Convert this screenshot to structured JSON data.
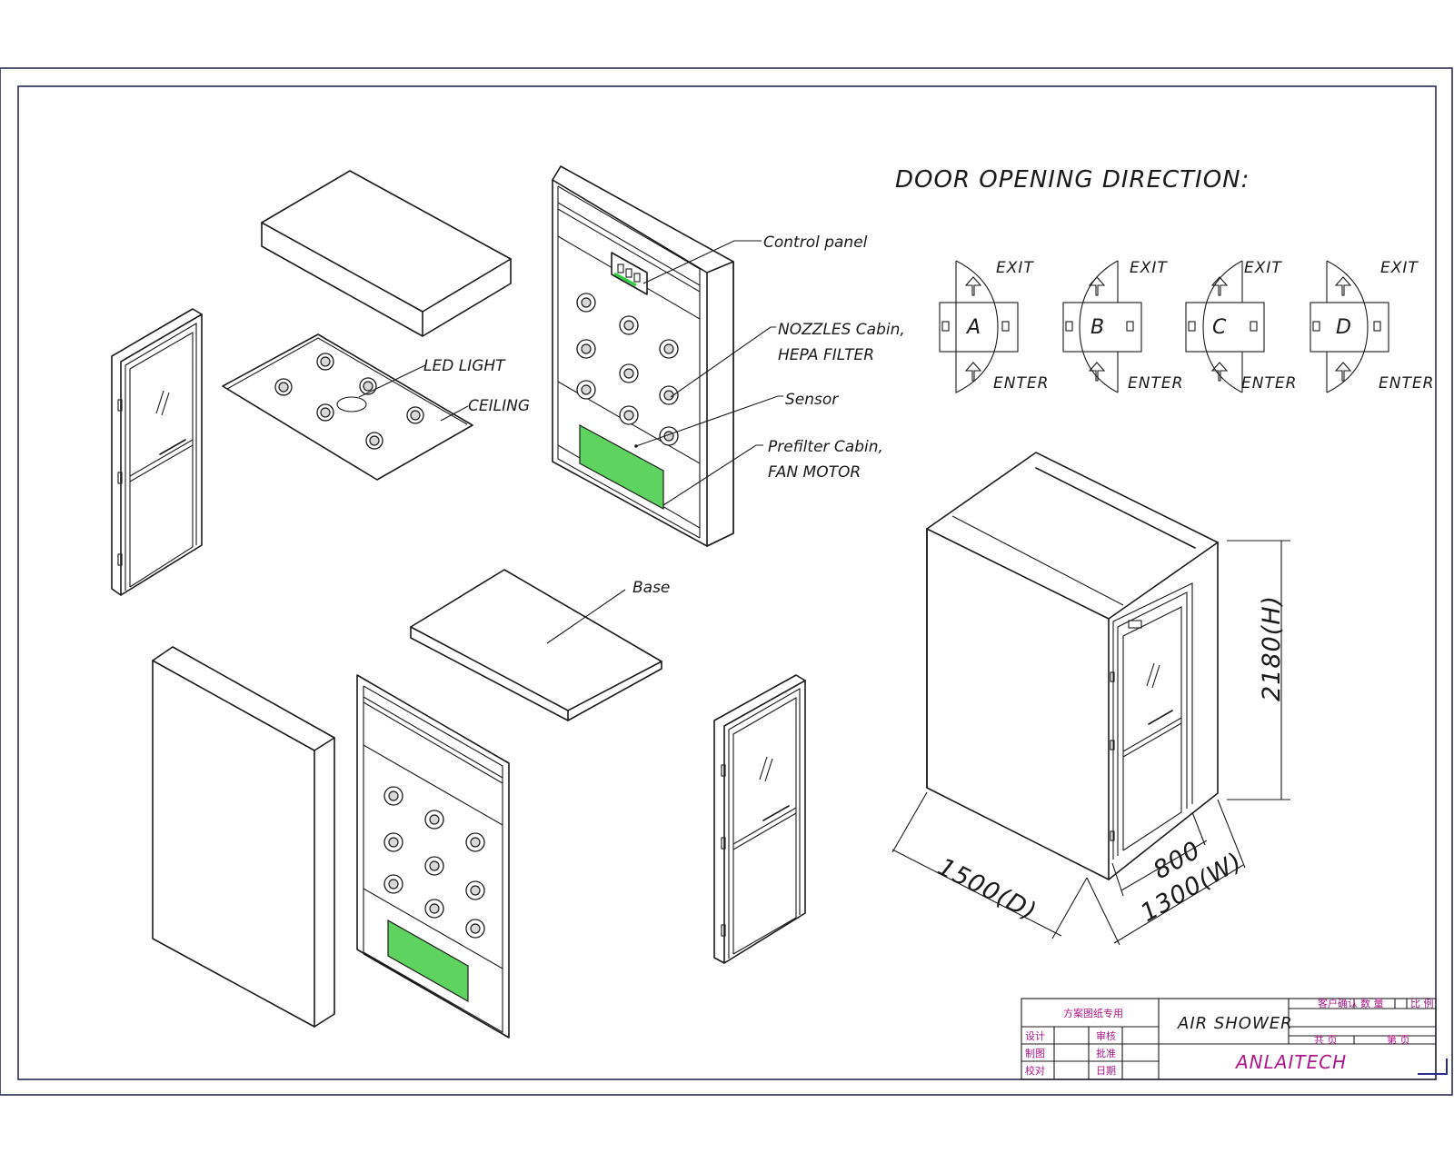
{
  "heading": "DOOR OPENING DIRECTION:",
  "door_options": [
    {
      "letter": "A",
      "exit": "EXIT",
      "enter": "ENTER"
    },
    {
      "letter": "B",
      "exit": "EXIT",
      "enter": "ENTER"
    },
    {
      "letter": "C",
      "exit": "EXIT",
      "enter": "ENTER"
    },
    {
      "letter": "D",
      "exit": "EXIT",
      "enter": "ENTER"
    }
  ],
  "callouts": {
    "control_panel": "Control panel",
    "nozzles_1": "NOZZLES Cabin,",
    "nozzles_2": "HEPA FILTER",
    "sensor": "Sensor",
    "prefilter_1": "Prefilter Cabin,",
    "prefilter_2": "FAN MOTOR",
    "led_light": "LED LIGHT",
    "ceiling": "CEILING",
    "base": "Base"
  },
  "dimensions": {
    "height": "2180(H)",
    "depth": "1500(D)",
    "door_width": "800",
    "width": "1300(W)"
  },
  "title_block": {
    "left_header": "方案图纸专用",
    "row1": [
      "设计",
      "审核"
    ],
    "row2": [
      "制图",
      "批准"
    ],
    "row3": [
      "校对",
      "日期"
    ],
    "product": "AIR SHOWER",
    "right_header": [
      "客户确认",
      "数 量",
      "比 例"
    ],
    "right_row": [
      "共 页",
      "第 页"
    ],
    "company": "ANLAITECH"
  }
}
